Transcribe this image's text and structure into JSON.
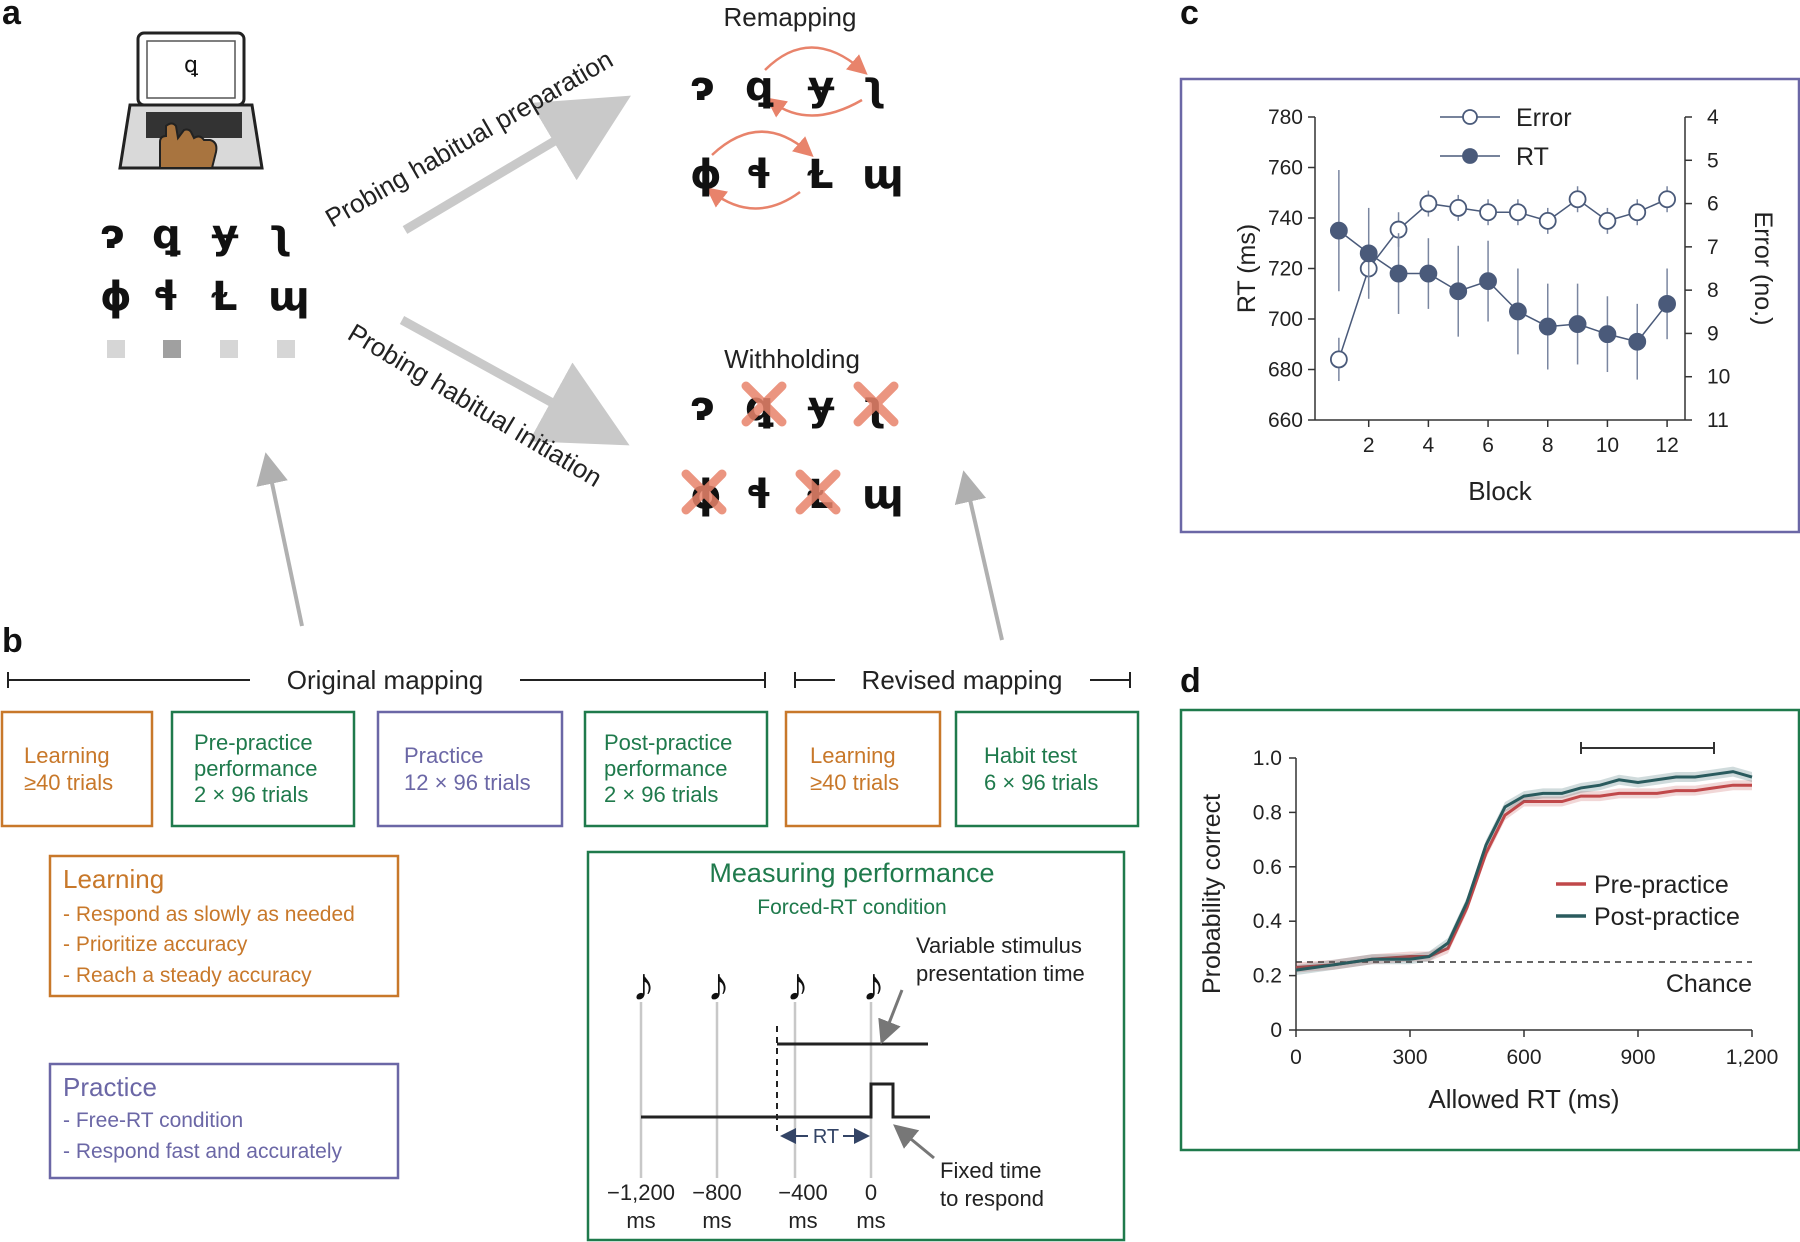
{
  "panel_labels": {
    "a": "a",
    "b": "b",
    "c": "c",
    "d": "d"
  },
  "panel_a": {
    "screen_symbol": "ꝗ",
    "symbols_row1": [
      "ɂ",
      "ꝗ",
      "ɏ",
      "ʅ"
    ],
    "symbols_row2": [
      "ɸ",
      "ɬ",
      "Ɫ",
      "ɰ"
    ],
    "arrow_upper_label": "Probing habitual preparation",
    "arrow_lower_label": "Probing habitual initiation",
    "remapping": {
      "title": "Remapping"
    },
    "withholding": {
      "title": "Withholding"
    },
    "colors": {
      "accent": "#e8836b",
      "arrow": "#c9c9c9"
    }
  },
  "panel_b": {
    "original_mapping": "Original mapping",
    "revised_mapping": "Revised mapping",
    "boxes": [
      {
        "line1": "Learning",
        "line2": "≥40 trials",
        "line3": "",
        "color": "orange"
      },
      {
        "line1": "Pre-practice",
        "line2": "performance",
        "line3": "2 × 96 trials",
        "color": "green"
      },
      {
        "line1": "Practice",
        "line2": "12 × 96 trials",
        "line3": "",
        "color": "purple"
      },
      {
        "line1": "Post-practice",
        "line2": "performance",
        "line3": "2 × 96 trials",
        "color": "green"
      },
      {
        "line1": "Learning",
        "line2": "≥40 trials",
        "line3": "",
        "color": "orange"
      },
      {
        "line1": "Habit test",
        "line2": "6 × 96 trials",
        "line3": "",
        "color": "green"
      }
    ],
    "learning_box": {
      "title": "Learning",
      "items": [
        "- Respond as slowly as needed",
        "- Prioritize accuracy",
        "- Reach a steady accuracy"
      ]
    },
    "practice_box": {
      "title": "Practice",
      "items": [
        "- Free-RT condition",
        "- Respond fast and accurately"
      ]
    },
    "measuring_box": {
      "title": "Measuring performance",
      "subtitle": "Forced-RT condition",
      "stimulus_label_1": "Variable stimulus",
      "stimulus_label_2": "presentation time",
      "respond_label_1": "Fixed time",
      "respond_label_2": "to respond",
      "rt_label": "RT",
      "note_symbol": "♪",
      "ticks": [
        {
          "value": "−1,200",
          "unit": "ms"
        },
        {
          "value": "−800",
          "unit": "ms"
        },
        {
          "value": "−400",
          "unit": "ms"
        },
        {
          "value": "0",
          "unit": "ms"
        }
      ]
    },
    "colors": {
      "orange": "#c8782a",
      "green": "#1f7a4c",
      "purple": "#6b67a6"
    }
  },
  "chart_data": [
    {
      "type": "line",
      "panel": "c",
      "x": [
        1,
        2,
        3,
        4,
        5,
        6,
        7,
        8,
        9,
        10,
        11,
        12
      ],
      "xlabel": "Block",
      "xticks": [
        "2",
        "4",
        "6",
        "8",
        "10",
        "12"
      ],
      "xlim": [
        0.2,
        12.6
      ],
      "ylabel": "RT (ms)",
      "ylim": [
        660,
        780
      ],
      "yticks": [
        "660",
        "680",
        "700",
        "720",
        "740",
        "760",
        "780"
      ],
      "y2label": "Error (no.)",
      "y2lim": [
        11,
        4
      ],
      "y2ticks": [
        "4",
        "5",
        "6",
        "7",
        "8",
        "9",
        "10",
        "11"
      ],
      "series": [
        {
          "name": "Error",
          "axis": "right",
          "marker": "open",
          "color": "#4a5a7a",
          "values": [
            9.6,
            7.5,
            6.6,
            6.0,
            6.1,
            6.2,
            6.2,
            6.4,
            5.9,
            6.4,
            6.2,
            5.9
          ],
          "err": [
            0.5,
            0.5,
            0.4,
            0.3,
            0.3,
            0.3,
            0.3,
            0.3,
            0.3,
            0.3,
            0.3,
            0.3
          ]
        },
        {
          "name": "RT",
          "axis": "left",
          "marker": "filled",
          "color": "#4a5a7a",
          "values": [
            735,
            726,
            718,
            718,
            711,
            715,
            703,
            697,
            698,
            694,
            691,
            706
          ],
          "err": [
            24,
            18,
            16,
            14,
            18,
            16,
            17,
            17,
            16,
            15,
            15,
            14
          ]
        }
      ],
      "legend": "top-center"
    },
    {
      "type": "line",
      "panel": "d",
      "xlabel": "Allowed RT (ms)",
      "ylabel": "Probability correct",
      "xlim": [
        0,
        1200
      ],
      "ylim": [
        0,
        1.0
      ],
      "xticks": [
        "0",
        "300",
        "600",
        "900",
        "1,200"
      ],
      "yticks": [
        "0",
        "0.2",
        "0.4",
        "0.6",
        "0.8",
        "1.0"
      ],
      "x": [
        0,
        100,
        200,
        300,
        350,
        400,
        450,
        500,
        550,
        600,
        650,
        700,
        750,
        800,
        850,
        900,
        950,
        1000,
        1050,
        1100,
        1150,
        1200
      ],
      "series": [
        {
          "name": "Pre-practice",
          "color": "#c0484a",
          "values": [
            0.23,
            0.24,
            0.26,
            0.27,
            0.27,
            0.3,
            0.45,
            0.65,
            0.79,
            0.84,
            0.84,
            0.84,
            0.86,
            0.86,
            0.87,
            0.87,
            0.87,
            0.88,
            0.88,
            0.89,
            0.9,
            0.9
          ]
        },
        {
          "name": "Post-practice",
          "color": "#2a5b5e",
          "values": [
            0.22,
            0.24,
            0.26,
            0.26,
            0.27,
            0.32,
            0.47,
            0.68,
            0.82,
            0.86,
            0.87,
            0.87,
            0.89,
            0.9,
            0.92,
            0.91,
            0.92,
            0.93,
            0.93,
            0.94,
            0.95,
            0.93
          ]
        }
      ],
      "chance": {
        "value": 0.25,
        "label": "Chance"
      },
      "significance_bar": [
        750,
        1100
      ],
      "legend": "right"
    }
  ]
}
